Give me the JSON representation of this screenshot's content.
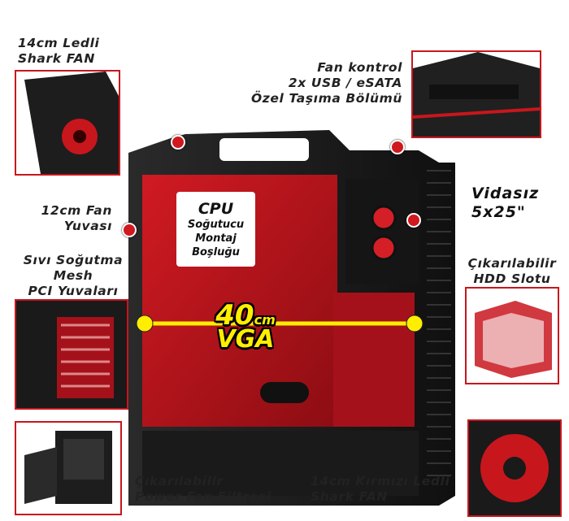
{
  "labels": {
    "shark_fan_top": [
      "14cm Ledli",
      "Shark FAN"
    ],
    "fan_control": [
      "Fan kontrol",
      "2x USB / eSATA",
      "Özel Taşıma Bölümü"
    ],
    "fan_slot": [
      "12cm Fan",
      "Yuvası"
    ],
    "screwless": [
      "Vidasız",
      "5x25\""
    ],
    "water_cooling": [
      "Sıvı Soğutma",
      "Mesh",
      "PCI Yuvaları"
    ],
    "hdd_slot": [
      "Çıkarılabilir",
      "HDD Slotu"
    ],
    "power_filter": [
      "Çıkarılabilir",
      "Power Fan Filtresi"
    ],
    "red_fan": [
      "14cm Kırmızı Ledli",
      "Shark FAN"
    ]
  },
  "cpu_box": {
    "title": "CPU",
    "lines": [
      "Soğutucu",
      "Montaj",
      "Boşluğu"
    ]
  },
  "vga": {
    "number": "40",
    "unit": "cm",
    "text": "VGA"
  },
  "colors": {
    "accent_red": "#c8161d",
    "case_black": "#1c1c1c",
    "interior_red": "#b3121a",
    "vga_yellow": "#ffee00"
  }
}
